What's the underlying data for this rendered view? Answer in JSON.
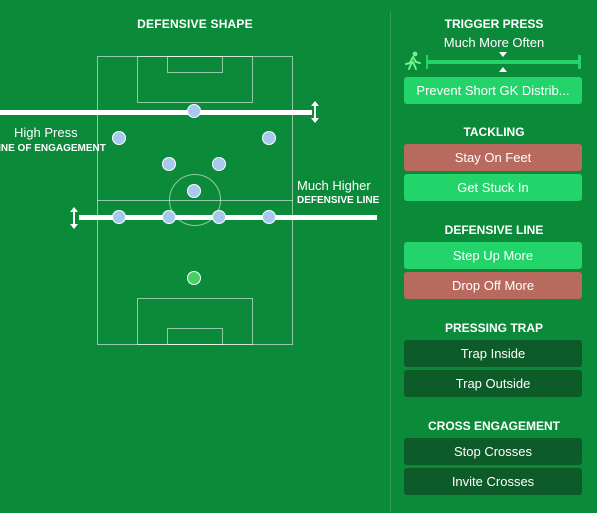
{
  "left": {
    "title": "DEFENSIVE SHAPE",
    "engagement": {
      "value": "High Press",
      "label": "LINE OF ENGAGEMENT"
    },
    "defline": {
      "value": "Much Higher",
      "label": "DEFENSIVE LINE"
    }
  },
  "trigger": {
    "title": "TRIGGER PRESS",
    "value": "Much More Often",
    "level": 0.5,
    "gk_button": "Prevent Short GK Distrib..."
  },
  "tackling": {
    "title": "TACKLING",
    "options": [
      "Stay On Feet",
      "Get Stuck In"
    ]
  },
  "defensive_line": {
    "title": "DEFENSIVE LINE",
    "options": [
      "Step Up More",
      "Drop Off More"
    ]
  },
  "pressing_trap": {
    "title": "PRESSING TRAP",
    "options": [
      "Trap Inside",
      "Trap Outside"
    ]
  },
  "cross": {
    "title": "CROSS ENGAGEMENT",
    "options": [
      "Stop Crosses",
      "Invite Crosses"
    ]
  },
  "colors": {
    "background": "#0b8a3a",
    "active": "#23d46a",
    "negative": "#b86a5e",
    "inactive": "#0e5b2a",
    "player": "#a8c9ee"
  }
}
